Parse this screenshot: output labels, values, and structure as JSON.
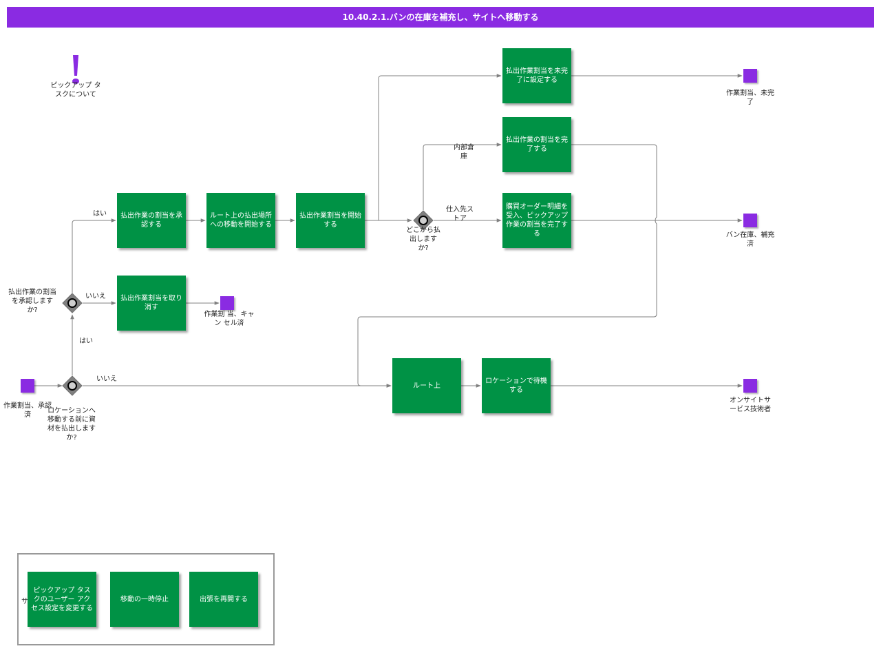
{
  "title": "10.40.2.1.バンの在庫を補充し、サイトへ移動する",
  "colors": {
    "banner": "#8a2be2",
    "task": "#009245",
    "event": "#8a2be2",
    "gateway": "#808080",
    "edge": "#808080"
  },
  "info": {
    "icon": "exclamation-icon",
    "label": "ピックアップ タスクについて"
  },
  "tasks": {
    "accept": "払出作業の割当を承認する",
    "start_travel": "ルート上の払出場所への移動を開始する",
    "start_issue": "払出作業割当を開始する",
    "set_incomplete": "払出作業割当を未完了に設定する",
    "complete": "払出作業の割当を完了する",
    "receive_po": "購買オーダー明細を受入、ピックアップ作業の割当を完了する",
    "cancel": "払出作業割当を取り消す",
    "on_route": "ルート上",
    "wait": "ロケーションで待機する"
  },
  "events": {
    "accepted": "作業割当、承認済",
    "canceled": "作業割 当、キャン セル済",
    "incomplete": "作業割当、未完了",
    "replenished": "バン在庫、補充済",
    "onsite": "オンサイトサービス技術者"
  },
  "gateways": {
    "issue_first": "ロケーションへ移動する前に資材を払出しますか?",
    "accept": "払出作業の割当を承認しますか?",
    "where": "どこから払出しますか?"
  },
  "edge_labels": {
    "yes1": "はい",
    "no1": "いいえ",
    "yes2": "はい",
    "no2": "いいえ",
    "internal": "内部倉庫",
    "supplier": "仕入先ストア"
  },
  "legend": {
    "side_label": "サ",
    "items": [
      "ピックアップ タスクのユーザー アクセス設定を変更する",
      "移動の一時停止",
      "出張を再開する"
    ]
  }
}
